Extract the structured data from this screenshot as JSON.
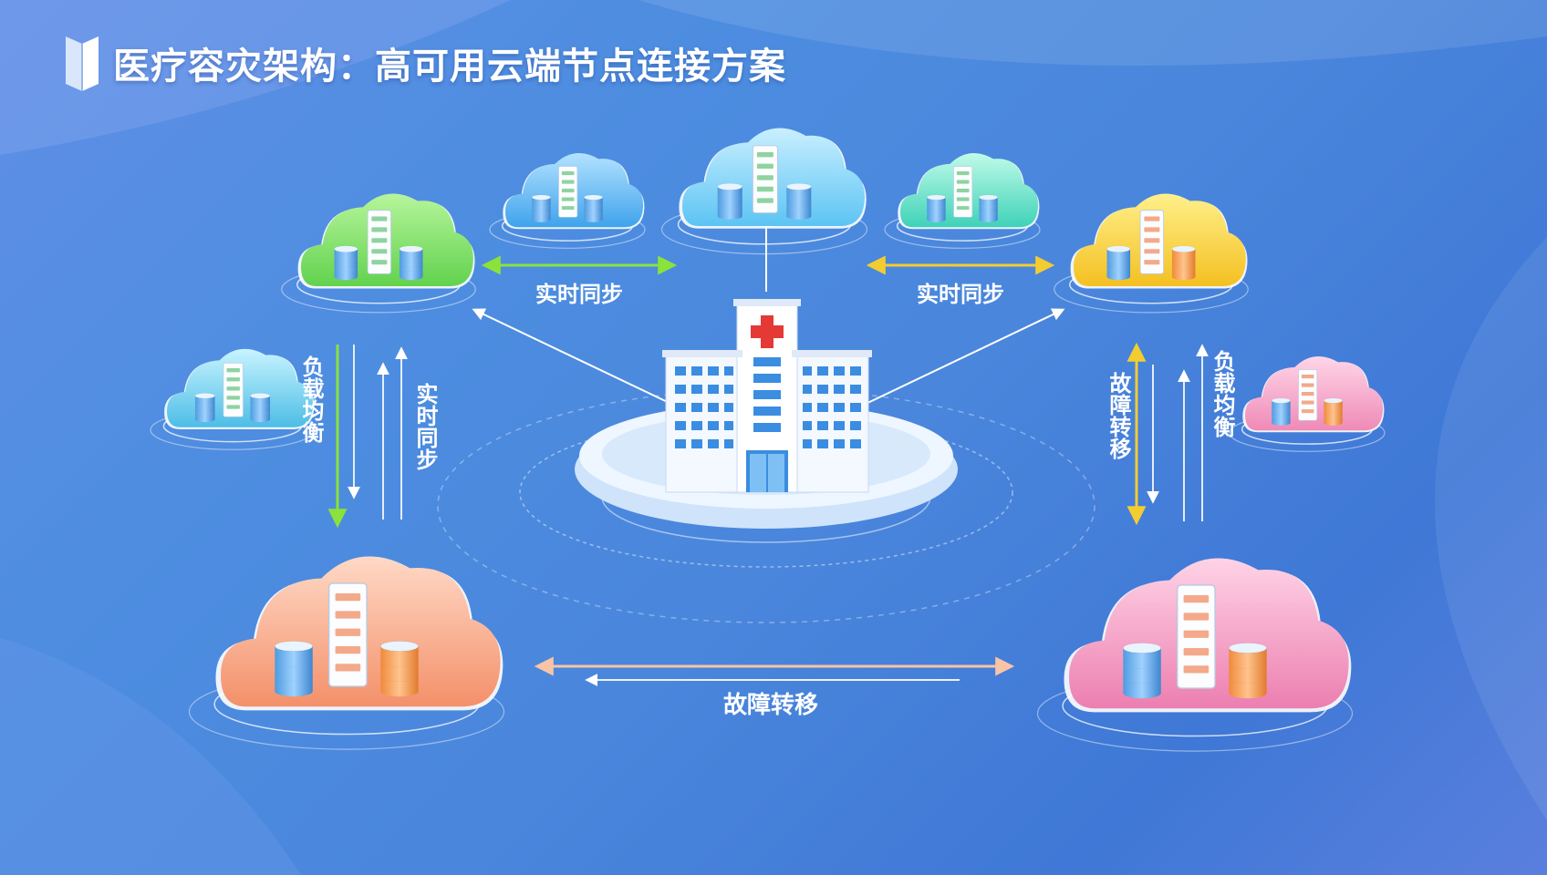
{
  "title": "医疗容灾架构：高可用云端节点连接方案",
  "labels": {
    "sync_left": "实时同步",
    "sync_right": "实时同步",
    "failover": "故障转移",
    "left_vertical_1": "负载均衡",
    "left_vertical_2": "实时同步",
    "right_vertical_1": "故障转移",
    "right_vertical_2": "负载均衡"
  },
  "colors": {
    "green": "#7be36a",
    "blue": "#4ab4f0",
    "teal": "#4fd6c6",
    "yellow": "#f5cd3b",
    "cyan": "#56c8ea",
    "pink": "#ee8fb8",
    "orange": "#f7a07a",
    "pink_big": "#f28cb6"
  }
}
